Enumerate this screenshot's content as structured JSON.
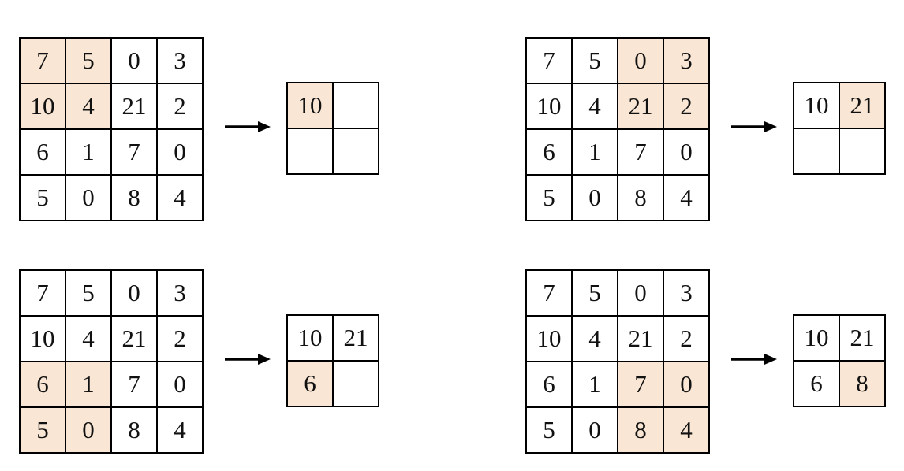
{
  "colors": {
    "highlight": "#f9e6d4",
    "line": "#000000",
    "background": "#ffffff"
  },
  "input": [
    [
      "7",
      "5",
      "0",
      "3"
    ],
    [
      "10",
      "4",
      "21",
      "2"
    ],
    [
      "6",
      "1",
      "7",
      "0"
    ],
    [
      "5",
      "0",
      "8",
      "4"
    ]
  ],
  "panels": [
    {
      "input_highlight": [
        [
          0,
          0
        ],
        [
          0,
          1
        ],
        [
          1,
          0
        ],
        [
          1,
          1
        ]
      ],
      "output": [
        [
          "10",
          ""
        ],
        [
          "",
          ""
        ]
      ],
      "output_highlight": [
        [
          0,
          0
        ]
      ]
    },
    {
      "input_highlight": [
        [
          0,
          2
        ],
        [
          0,
          3
        ],
        [
          1,
          2
        ],
        [
          1,
          3
        ]
      ],
      "output": [
        [
          "10",
          "21"
        ],
        [
          "",
          ""
        ]
      ],
      "output_highlight": [
        [
          0,
          1
        ]
      ]
    },
    {
      "input_highlight": [
        [
          2,
          0
        ],
        [
          2,
          1
        ],
        [
          3,
          0
        ],
        [
          3,
          1
        ]
      ],
      "output": [
        [
          "10",
          "21"
        ],
        [
          "6",
          ""
        ]
      ],
      "output_highlight": [
        [
          1,
          0
        ]
      ]
    },
    {
      "input_highlight": [
        [
          2,
          2
        ],
        [
          2,
          3
        ],
        [
          3,
          2
        ],
        [
          3,
          3
        ]
      ],
      "output": [
        [
          "10",
          "21"
        ],
        [
          "6",
          "8"
        ]
      ],
      "output_highlight": [
        [
          1,
          1
        ]
      ]
    }
  ]
}
